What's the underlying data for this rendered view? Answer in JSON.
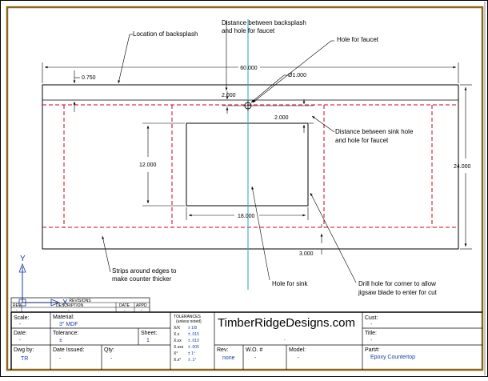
{
  "dimensions": {
    "overall_length": "60.000",
    "backsplash_depth": "0.750",
    "faucet_hole_diameter": "Ø1.000",
    "backsplash_to_faucet": "2.000",
    "sink_to_faucet": "2.000",
    "sink_height": "12.000",
    "sink_width": "18.000",
    "overall_depth": "24.000",
    "strip_width": "3.000"
  },
  "notes": {
    "backsplash": "Location of backsplash",
    "faucet_distance_line1": "Distance between backsplash",
    "faucet_distance_line2": "and hole for faucet",
    "faucet_hole": "Hole for faucet",
    "sink_hole_line1": "Distance between sink hole",
    "sink_hole_line2": "and hole for faucet",
    "strips_line1": "Strips around edges to",
    "strips_line2": "make counter thicker",
    "sink_hole": "Hole for sink",
    "drill_line1": "Drill hole for corner to allow",
    "drill_line2": "jigsaw blade to enter for cut"
  },
  "axis": {
    "y_label": "Y",
    "x_label": "X"
  },
  "revisions": {
    "title": "REVISIONS",
    "col_rev": "REV",
    "col_description": "DESCRIPTION",
    "col_date": "DATE",
    "col_approved": "APPD",
    "row_rev": "-",
    "row_description": "-",
    "row_date": "-",
    "row_approved": "-"
  },
  "title_block": {
    "scale_label": "Scale:",
    "scale_value": "-",
    "material_label": "Material:",
    "material_value": "3\" MDF",
    "date_label": "Date:",
    "date_value": "-",
    "tolerance_label": "Tolerance:",
    "tolerance_value": "±",
    "sheet_label": "Sheet:",
    "sheet_value": "1",
    "dwg_by_label": "Dwg by:",
    "dwg_by_value": "TR",
    "date_issued_label": "Date Issued:",
    "date_issued_value": "-",
    "qty_label": "Qty:",
    "qty_value": "-",
    "tolerances_title": "TOLERANCES",
    "tolerances_subtitle": "(unless noted)",
    "tol_rows": [
      {
        "key": "X/X",
        "val": "± 1/8"
      },
      {
        "key": "X.x",
        "val": "± .015"
      },
      {
        "key": "X.xx",
        "val": "± .010"
      },
      {
        "key": "X.xxx",
        "val": "± .005"
      },
      {
        "key": "X°",
        "val": "± 1°"
      },
      {
        "key": "X.x°",
        "val": "± .1°"
      }
    ],
    "logo": "TimberRidgeDesigns.com",
    "logo_dash": "-",
    "rev_label": "Rev:",
    "rev_value": "none",
    "wo_label": "W.O. #",
    "wo_value": "-",
    "model_label": "Model:",
    "model_value": "-",
    "cust_label": "Cust:",
    "cust_value": "-",
    "title_label": "Title:",
    "title_value": "-",
    "part_label": "Part#:",
    "part_value": "Epoxy Countertop"
  },
  "colors": {
    "border": "#8a6a1a",
    "hidden_line": "#d0021b",
    "centerline": "#2aa6c8",
    "axis": "#1a3aa8",
    "value_text": "#1a3aa8"
  }
}
